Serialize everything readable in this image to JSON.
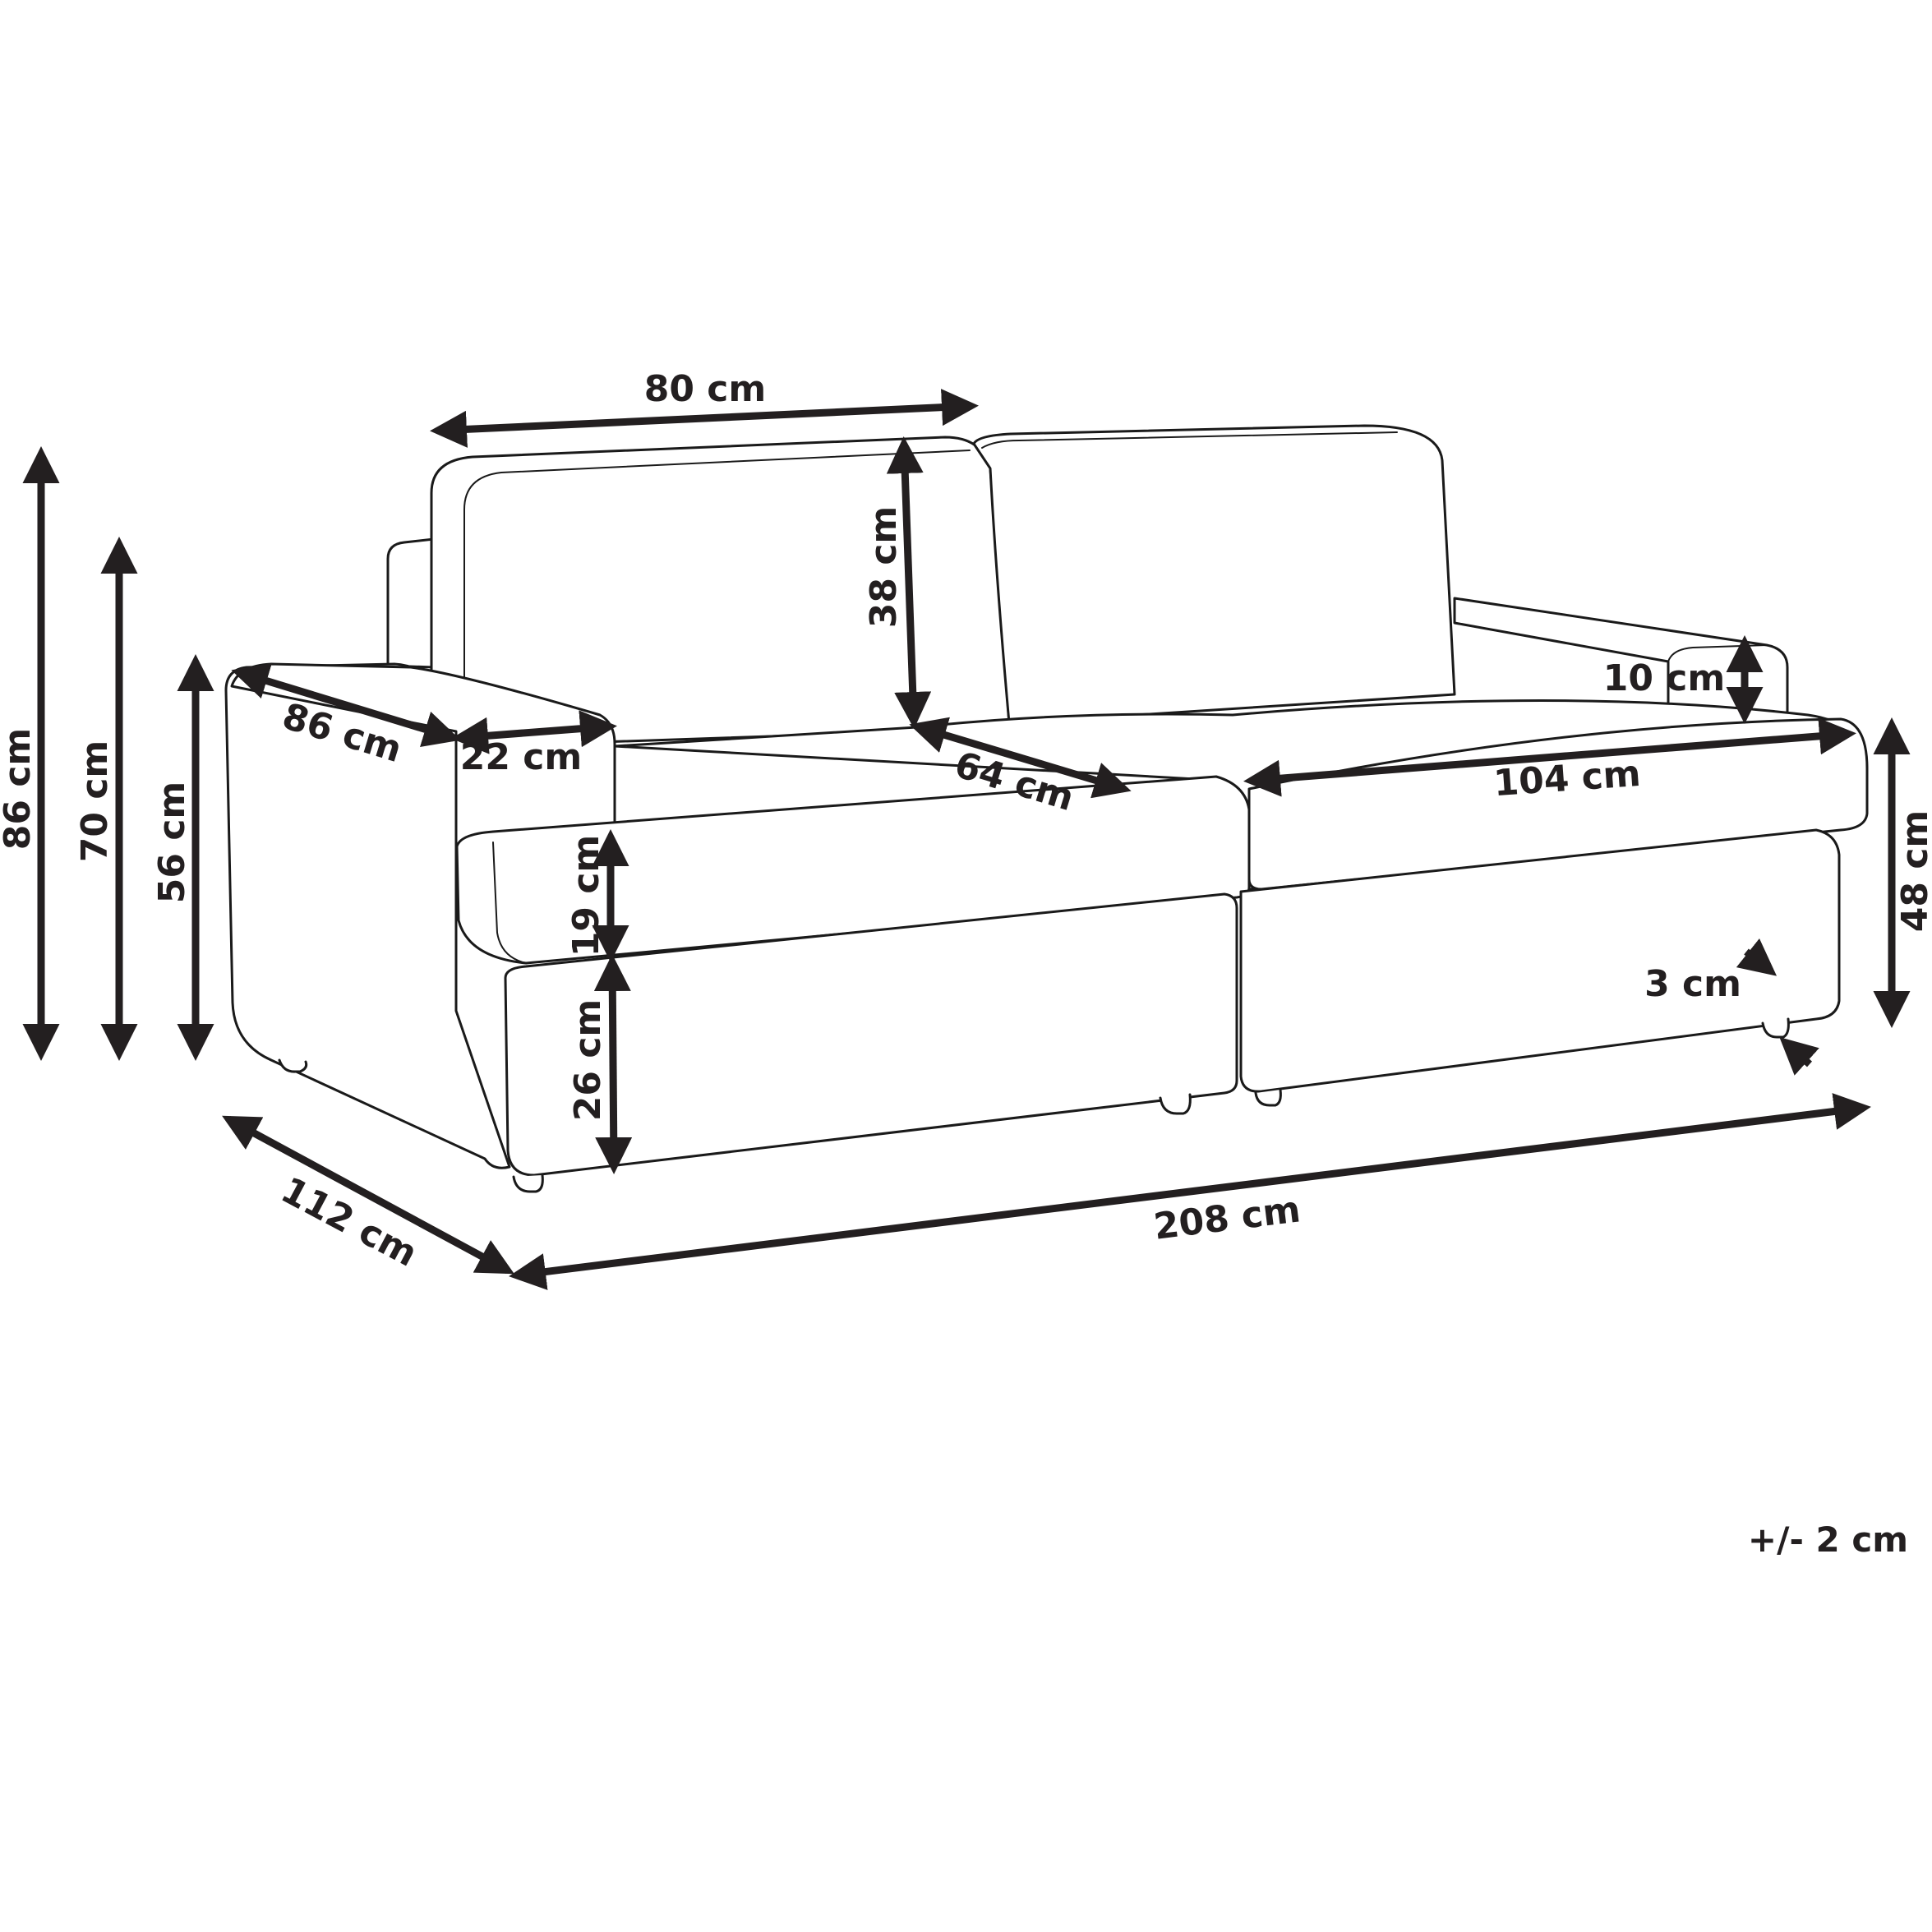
{
  "diagram": {
    "subject": "sofa dimensions",
    "line_color": "#231f20",
    "background": "#ffffff",
    "dimensions": {
      "total_height": "86 cm",
      "backrest_height": "70 cm",
      "armrest_height": "56 cm",
      "backrest_cushion_width": "80 cm",
      "backrest_cushion_height": "38 cm",
      "armrest_depth": "86 cm",
      "armrest_width": "22 cm",
      "seat_depth": "64 cm",
      "seat_width": "104 cm",
      "arm_above_seat": "10 cm",
      "seat_height": "48 cm",
      "leg_height": "3 cm",
      "cushion_thickness": "19 cm",
      "base_height": "26 cm",
      "total_depth": "112 cm",
      "total_width": "208 cm"
    },
    "tolerance": "+/- 2 cm"
  }
}
